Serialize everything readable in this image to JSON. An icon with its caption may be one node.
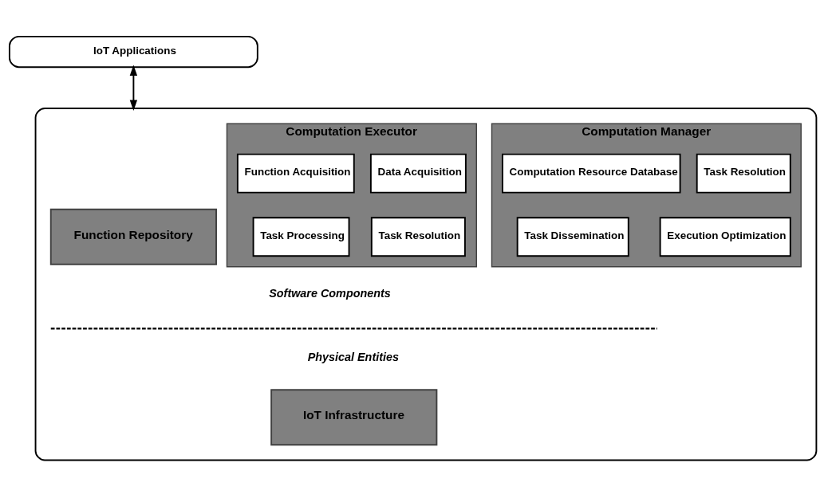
{
  "diagram": {
    "nodes": [
      {
        "text": [
          "IoT Applications"
        ]
      },
      {
        "text": [],
        "shape": "box"
      },
      {
        "text": [
          "Computation Manager"
        ],
        "in": 1
      },
      {
        "text": [
          "Task Resolution"
        ],
        "in": 2
      },
      {
        "text": [
          "Computation Resource Database"
        ],
        "in": 2
      },
      {
        "text": [
          "Execution Optimization"
        ],
        "in": 2
      },
      {
        "text": [
          "Task Dissemination"
        ],
        "in": 2
      },
      {
        "text": [
          "Computation Executor"
        ],
        "in": 1
      },
      {
        "text": [
          "Data Acquisition"
        ],
        "in": 7
      },
      {
        "text": [
          "Function Acquisition"
        ],
        "in": 7
      },
      {
        "text": [
          "Task Resolution"
        ],
        "in": 7
      },
      {
        "text": [
          "Task Processing"
        ],
        "in": 7
      },
      {
        "text": [
          "Function Repository"
        ],
        "in": 1
      },
      {
        "text": [
          "IoT Infrastructure"
        ],
        "in": 1
      }
    ],
    "edges": [
      {
        "from": 0,
        "to": 1,
        "arrow": "both"
      }
    ],
    "labels": [
      "Software Components",
      "Physical Entities"
    ]
  }
}
